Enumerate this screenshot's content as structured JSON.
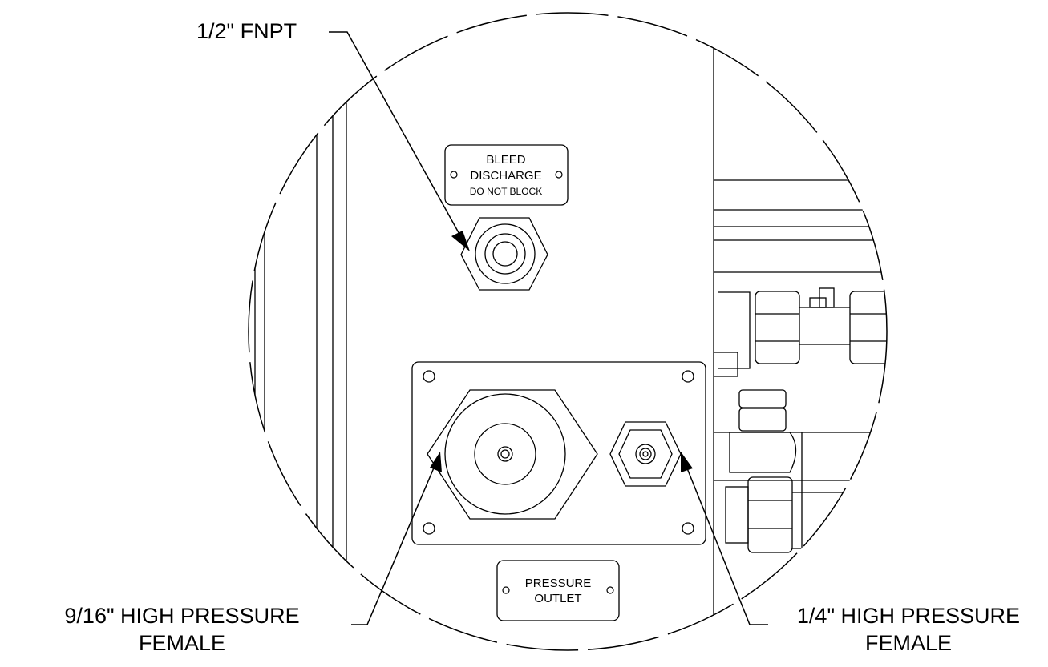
{
  "callouts": {
    "fnpt": "1/2\" FNPT",
    "hp_916_line1": "9/16\" HIGH PRESSURE",
    "hp_916_line2": "FEMALE",
    "hp_14_line1": "1/4\" HIGH PRESSURE",
    "hp_14_line2": "FEMALE"
  },
  "plates": {
    "bleed_line1": "BLEED",
    "bleed_line2": "DISCHARGE",
    "bleed_line3": "DO NOT BLOCK",
    "pressure_line1": "PRESSURE",
    "pressure_line2": "OUTLET"
  },
  "colors": {
    "line": "#000000",
    "background": "#ffffff"
  }
}
